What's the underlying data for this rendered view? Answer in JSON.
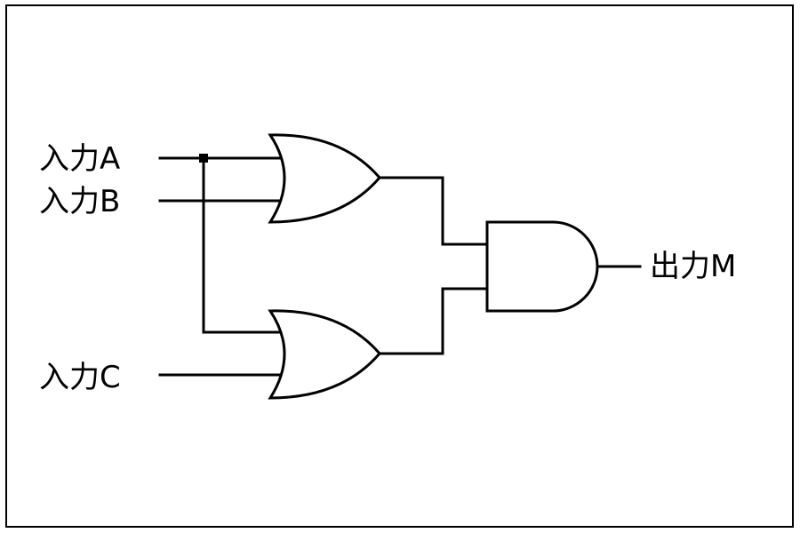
{
  "inputs": {
    "a": "入力A",
    "b": "入力B",
    "c": "入力C"
  },
  "output": {
    "m": "出力M"
  },
  "gates": {
    "or_top": "or-gate",
    "or_bottom": "or-gate",
    "and_gate": "and-gate"
  },
  "colors": {
    "line": "#000000",
    "background": "#ffffff"
  }
}
